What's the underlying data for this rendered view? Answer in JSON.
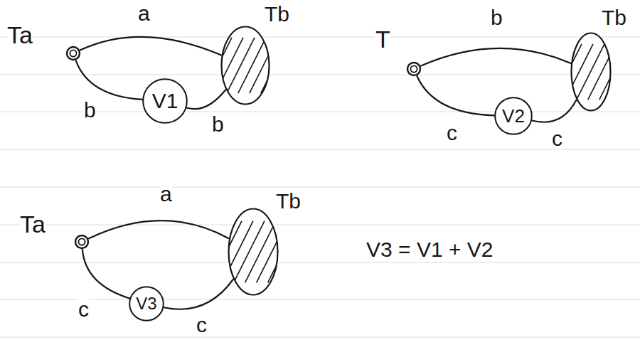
{
  "diagram": {
    "nodes": [
      {
        "text": [
          "Ta"
        ]
      },
      {
        "text": [
          "Tb"
        ]
      },
      {
        "text": [
          "V1"
        ]
      },
      {
        "text": [
          "T"
        ]
      },
      {
        "text": [
          "Tb"
        ]
      },
      {
        "text": [
          "V2"
        ]
      },
      {
        "text": [
          "Ta"
        ]
      },
      {
        "text": [
          "Tb"
        ]
      },
      {
        "text": [
          "V3"
        ]
      }
    ],
    "edges": [
      {
        "from": 0,
        "to": 1,
        "label": "a",
        "arrow": "none"
      },
      {
        "from": 0,
        "to": 2,
        "label": "b",
        "arrow": "none"
      },
      {
        "from": 2,
        "to": 1,
        "label": "b",
        "arrow": "none"
      },
      {
        "from": 3,
        "to": 4,
        "label": "b",
        "arrow": "none"
      },
      {
        "from": 3,
        "to": 5,
        "label": "c",
        "arrow": "none"
      },
      {
        "from": 5,
        "to": 4,
        "label": "c",
        "arrow": "none"
      },
      {
        "from": 6,
        "to": 7,
        "label": "a",
        "arrow": "none"
      },
      {
        "from": 6,
        "to": 8,
        "label": "c",
        "arrow": "none"
      },
      {
        "from": 8,
        "to": 7,
        "label": "c",
        "arrow": "none"
      }
    ],
    "labels": [
      "V3 = V1 + V2"
    ]
  }
}
